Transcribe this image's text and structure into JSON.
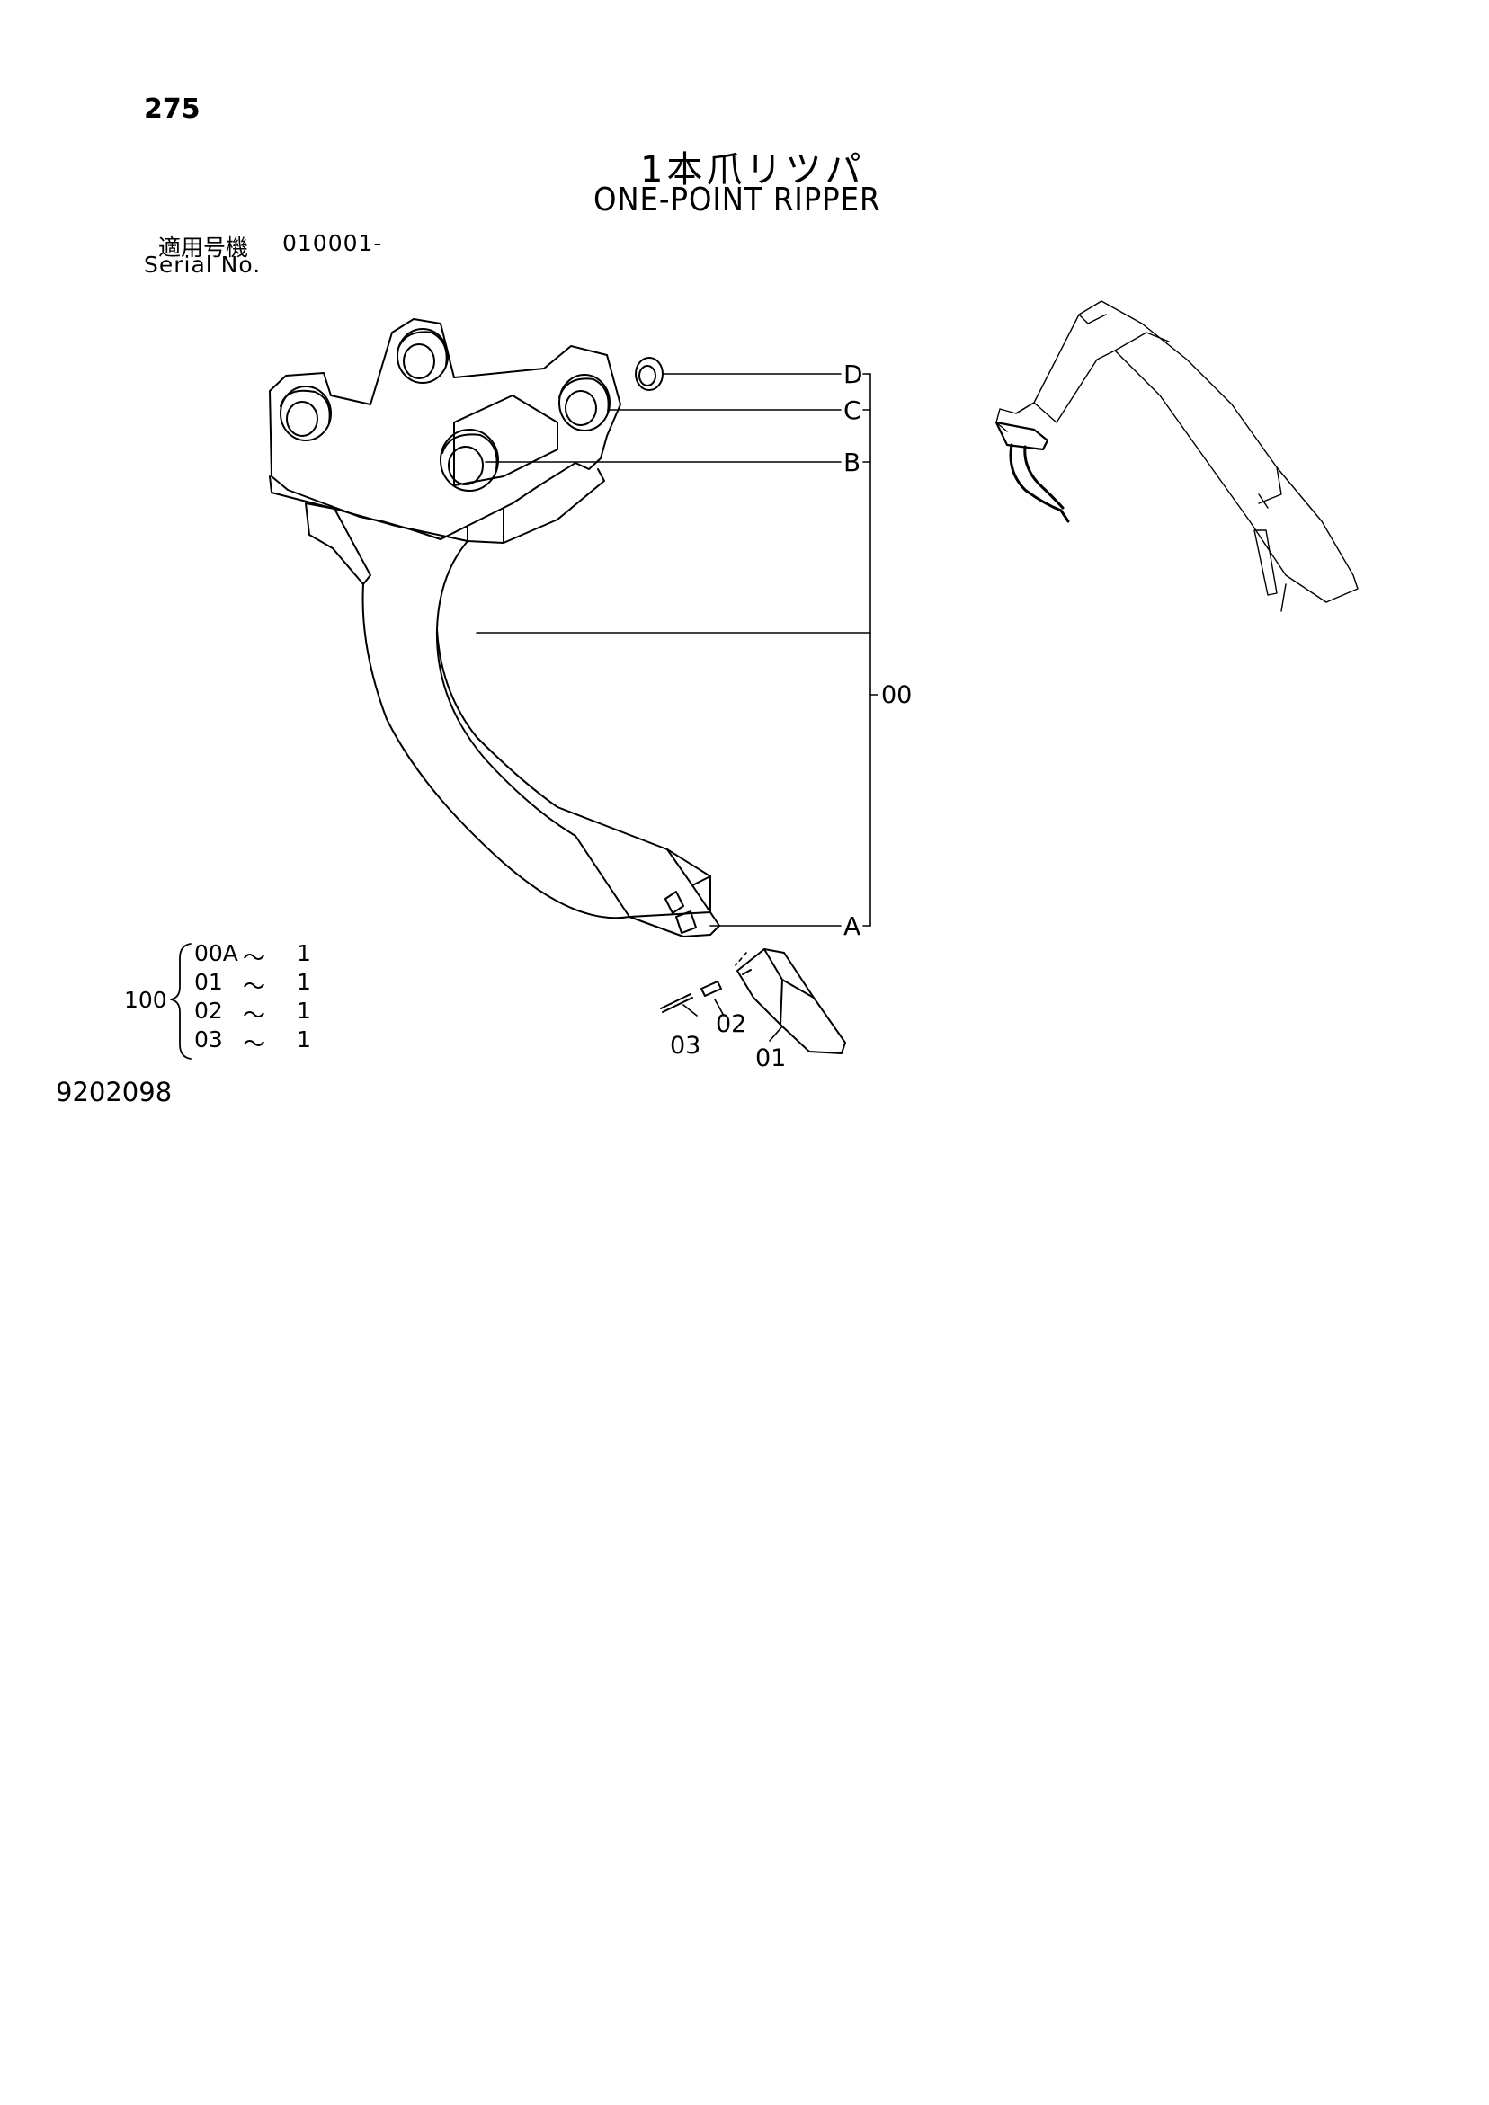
{
  "page_number": "275",
  "title_jp": "1本爪リツパ",
  "title_en": "ONE-POINT RIPPER",
  "serial": {
    "label_jp": "適用号機",
    "value": "010001-",
    "label_en": "Serial No."
  },
  "callouts": {
    "D": "D",
    "C": "C",
    "B": "B",
    "A": "A",
    "assembly": "00"
  },
  "part_labels": {
    "p01": "01",
    "p02": "02",
    "p03": "03"
  },
  "quantity_table": {
    "group": "100",
    "rows": [
      {
        "part": "00A",
        "sep": "～",
        "qty": "1"
      },
      {
        "part": "01",
        "sep": "～",
        "qty": "1"
      },
      {
        "part": "02",
        "sep": "～",
        "qty": "1"
      },
      {
        "part": "03",
        "sep": "～",
        "qty": "1"
      }
    ]
  },
  "doc_number": "9202098"
}
